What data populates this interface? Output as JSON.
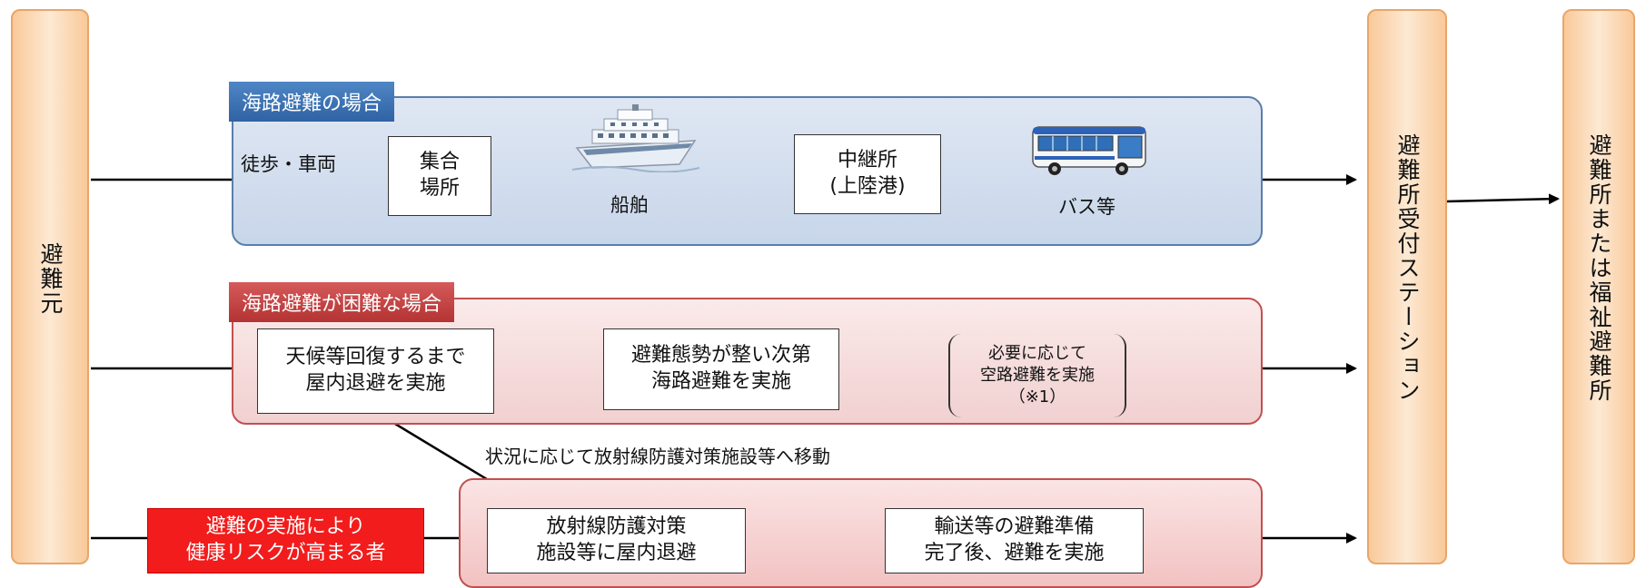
{
  "origin": "避難元",
  "reception": "避難所受付ステーション",
  "destination": "避難所または福祉避難所",
  "sea_route": {
    "title": "海路避難の場合",
    "mode_label": "徒歩・車両",
    "assembly": "集合\n場所",
    "ship": "船舶",
    "relay": "中継所\n(上陸港)",
    "bus": "バス等"
  },
  "difficult_route": {
    "title": "海路避難が困難な場合",
    "shelter_in_place": "天候等回復するまで\n屋内退避を実施",
    "sea_when_ready": "避難態勢が整い次第\n海路避難を実施",
    "air_route": "必要に応じて\n空路避難を実施\n（※1）",
    "move_note": "状況に応じて放射線防護対策施設等へ移動"
  },
  "high_risk": {
    "label": "避難の実施により\n健康リスクが高まる者",
    "facility_shelter": "放射線防護対策\n施設等に屋内退避",
    "after_transport": "輸送等の避難準備\n完了後、避難を実施"
  },
  "icons": {
    "ship": "ship-icon",
    "bus": "bus-icon"
  },
  "colors": {
    "orange": "#f9c99a",
    "blue_tag": "#2f63a3",
    "red_tag": "#b43333",
    "red_box": "#f21c1c"
  }
}
